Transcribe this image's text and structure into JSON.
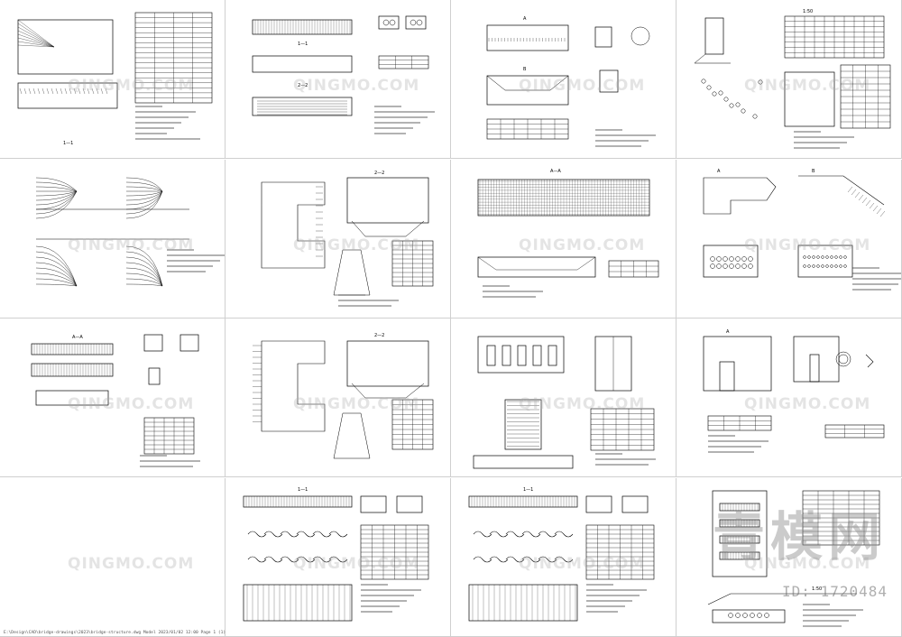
{
  "page": {
    "background": "#ffffff",
    "grid_line_color": "#cfcfcf",
    "ink_color": "#000000"
  },
  "watermark": {
    "cell_text": "QINGMO.COM",
    "brand_cn": "青模网",
    "id_text": "ID: 1720484"
  },
  "file_path": "E:\\Design\\CAD\\bridge-drawings\\2023\\bridge-structure.dwg  Model  2023/01/02 12:00  Page 1  (1)",
  "sheets": [
    {
      "id": "s1",
      "labels": [
        "1—1"
      ]
    },
    {
      "id": "s2",
      "labels": [
        "1—1",
        "2—2"
      ]
    },
    {
      "id": "s3",
      "labels": [
        "A",
        "B"
      ]
    },
    {
      "id": "s4",
      "labels": [
        "1:50"
      ]
    },
    {
      "id": "s5",
      "labels": []
    },
    {
      "id": "s6",
      "labels": [
        "2—2"
      ]
    },
    {
      "id": "s7",
      "labels": [
        "A—A"
      ]
    },
    {
      "id": "s8",
      "labels": [
        "A",
        "B"
      ]
    },
    {
      "id": "s9",
      "labels": [
        "A—A"
      ]
    },
    {
      "id": "s10",
      "labels": [
        "2—2"
      ]
    },
    {
      "id": "s11",
      "labels": []
    },
    {
      "id": "s12",
      "labels": [
        "A"
      ]
    },
    {
      "id": "s13",
      "labels": []
    },
    {
      "id": "s14",
      "labels": [
        "1—1"
      ]
    },
    {
      "id": "s15",
      "labels": [
        "1—1"
      ]
    },
    {
      "id": "s16",
      "labels": [
        "1:50"
      ]
    }
  ]
}
